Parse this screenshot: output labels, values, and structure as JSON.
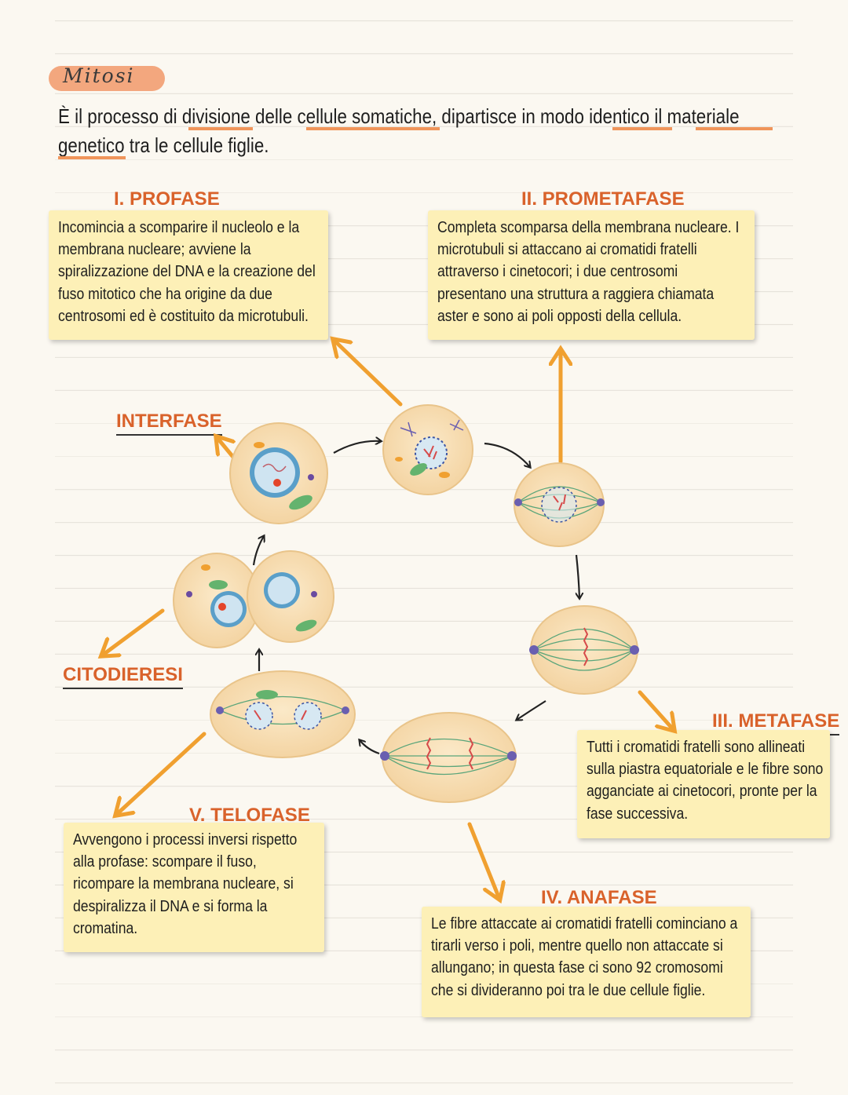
{
  "title": "Mitosi",
  "intro": {
    "line1": "È il processo di divisione delle cellule somatiche, dipartisce in modo identico il materiale",
    "line2": "genetico tra le cellule figlie."
  },
  "phases": {
    "profase": {
      "heading": "I. PROFASE",
      "lines": [
        "Incomincia a scomparire il nucleolo e la",
        "membrana nucleare; avviene la",
        "spiralizzazione del DNA e la creazione del",
        "fuso mitotico che ha origine da due",
        "centrosomi ed è costituito da microtubuli."
      ]
    },
    "prometafase": {
      "heading": "II. PROMETAFASE",
      "lines": [
        "Completa scomparsa della membrana nucleare. I",
        "microtubuli si attaccano ai cromatidi fratelli",
        "attraverso i cinetocori; i due centrosomi",
        "presentano una struttura a raggiera chiamata",
        "aster e sono ai poli opposti della cellula."
      ]
    },
    "metafase": {
      "heading": "III. METAFASE",
      "lines": [
        "Tutti i cromatidi fratelli sono allineati",
        "sulla piastra equatoriale e le fibre sono",
        "agganciate ai cinetocori, pronte per la",
        "fase successiva."
      ]
    },
    "anafase": {
      "heading": "IV. ANAFASE",
      "lines": [
        "Le fibre attaccate ai cromatidi fratelli cominciano a",
        "tirarli verso i poli, mentre quello non attaccate si",
        "allungano; in questa fase ci sono 92 cromosomi",
        "che si divideranno poi tra le due cellule figlie."
      ]
    },
    "telofase": {
      "heading": "V. TELOFASE",
      "lines": [
        "Avvengono i processi inversi rispetto",
        "alla profase: scompare il fuso,",
        "ricompare la membrana nucleare, si",
        "despiralizza il DNA e si forma la",
        "cromatina."
      ]
    }
  },
  "labels": {
    "interfase": "INTERFASE",
    "citodieresi": "CITODIERESI"
  },
  "colors": {
    "accent": "#d9622b",
    "arrow": "#f0a030",
    "box": "#fdf0b7",
    "cell": "#f8dfb6",
    "spindle": "#5aa57a"
  }
}
